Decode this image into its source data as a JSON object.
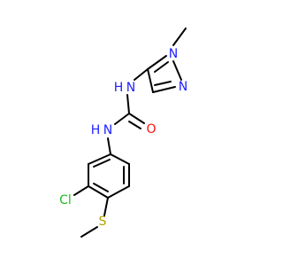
{
  "molecule": {
    "colors": {
      "bond": "#000000",
      "N": "#2020ff",
      "O": "#ff0d0d",
      "S": "#b2a000",
      "Cl": "#1fc01f"
    },
    "atoms": {
      "n_methyl": {
        "text": "N",
        "element": "N"
      },
      "n_ring": {
        "text": "N",
        "element": "N"
      },
      "nh_top_n": {
        "text": "N",
        "element": "N"
      },
      "nh_top_h": {
        "text": "H",
        "element": "N"
      },
      "o_carbonyl": {
        "text": "O",
        "element": "O"
      },
      "nh_bot_n": {
        "text": "N",
        "element": "N"
      },
      "nh_bot_h": {
        "text": "H",
        "element": "N"
      },
      "cl": {
        "text": "Cl",
        "element": "Cl"
      },
      "s": {
        "text": "S",
        "element": "S"
      }
    }
  }
}
